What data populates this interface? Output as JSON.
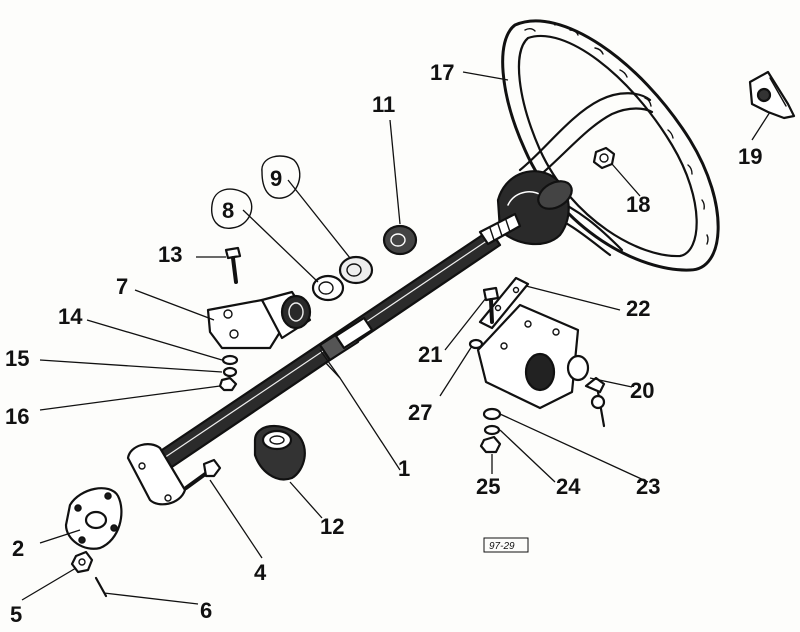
{
  "diagram": {
    "reference_code": "97-29",
    "callouts": [
      {
        "id": "c1",
        "label": "1"
      },
      {
        "id": "c2",
        "label": "2"
      },
      {
        "id": "c4",
        "label": "4"
      },
      {
        "id": "c5",
        "label": "5"
      },
      {
        "id": "c6",
        "label": "6"
      },
      {
        "id": "c7",
        "label": "7"
      },
      {
        "id": "c8",
        "label": "8"
      },
      {
        "id": "c9",
        "label": "9"
      },
      {
        "id": "c11",
        "label": "11"
      },
      {
        "id": "c12",
        "label": "12"
      },
      {
        "id": "c13",
        "label": "13"
      },
      {
        "id": "c14",
        "label": "14"
      },
      {
        "id": "c15",
        "label": "15"
      },
      {
        "id": "c16",
        "label": "16"
      },
      {
        "id": "c17",
        "label": "17"
      },
      {
        "id": "c18",
        "label": "18"
      },
      {
        "id": "c19",
        "label": "19"
      },
      {
        "id": "c20",
        "label": "20"
      },
      {
        "id": "c21",
        "label": "21"
      },
      {
        "id": "c22",
        "label": "22"
      },
      {
        "id": "c23",
        "label": "23"
      },
      {
        "id": "c24",
        "label": "24"
      },
      {
        "id": "c25",
        "label": "25"
      },
      {
        "id": "c27",
        "label": "27"
      }
    ]
  }
}
